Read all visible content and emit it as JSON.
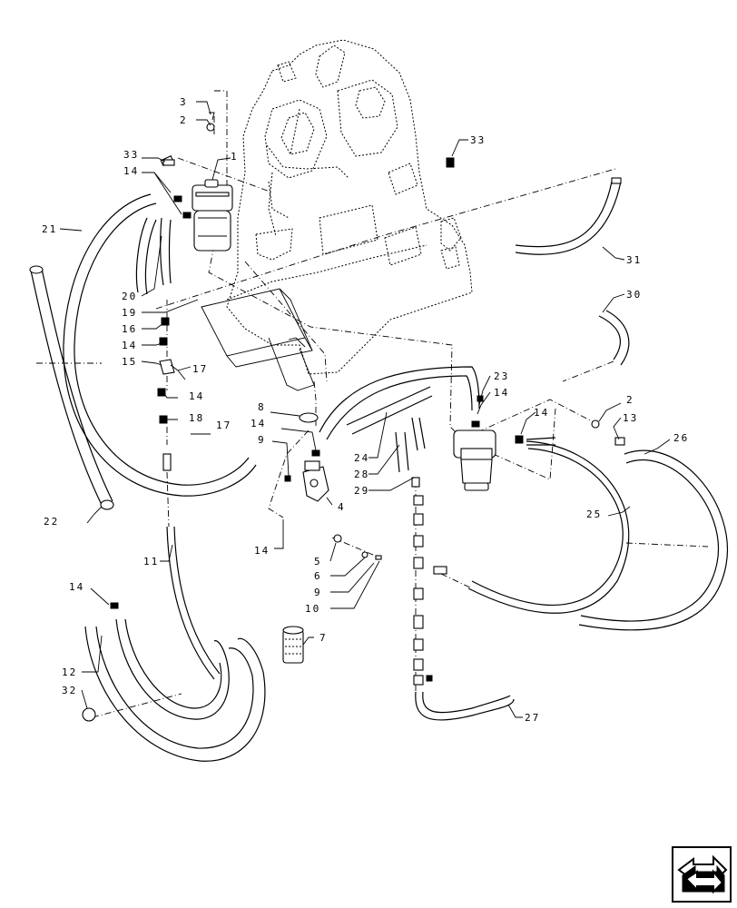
{
  "callouts": [
    {
      "id": "c-1",
      "label": "1"
    },
    {
      "id": "c-2a",
      "label": "2"
    },
    {
      "id": "c-2b",
      "label": "2"
    },
    {
      "id": "c-3",
      "label": "3"
    },
    {
      "id": "c-4",
      "label": "4"
    },
    {
      "id": "c-5",
      "label": "5"
    },
    {
      "id": "c-6",
      "label": "6"
    },
    {
      "id": "c-7",
      "label": "7"
    },
    {
      "id": "c-8",
      "label": "8"
    },
    {
      "id": "c-9a",
      "label": "9"
    },
    {
      "id": "c-9b",
      "label": "9"
    },
    {
      "id": "c-10",
      "label": "10"
    },
    {
      "id": "c-11",
      "label": "11"
    },
    {
      "id": "c-12",
      "label": "12"
    },
    {
      "id": "c-13",
      "label": "13"
    },
    {
      "id": "c-14a",
      "label": "14"
    },
    {
      "id": "c-14b",
      "label": "14"
    },
    {
      "id": "c-14c",
      "label": "14"
    },
    {
      "id": "c-14d",
      "label": "14"
    },
    {
      "id": "c-14e",
      "label": "14"
    },
    {
      "id": "c-14f",
      "label": "14"
    },
    {
      "id": "c-14g",
      "label": "14"
    },
    {
      "id": "c-14h",
      "label": "14"
    },
    {
      "id": "c-15",
      "label": "15"
    },
    {
      "id": "c-16",
      "label": "16"
    },
    {
      "id": "c-17a",
      "label": "17"
    },
    {
      "id": "c-17b",
      "label": "17"
    },
    {
      "id": "c-18",
      "label": "18"
    },
    {
      "id": "c-19",
      "label": "19"
    },
    {
      "id": "c-20",
      "label": "20"
    },
    {
      "id": "c-21",
      "label": "21"
    },
    {
      "id": "c-22",
      "label": "22"
    },
    {
      "id": "c-23",
      "label": "23"
    },
    {
      "id": "c-24",
      "label": "24"
    },
    {
      "id": "c-25",
      "label": "25"
    },
    {
      "id": "c-26",
      "label": "26"
    },
    {
      "id": "c-27",
      "label": "27"
    },
    {
      "id": "c-28",
      "label": "28"
    },
    {
      "id": "c-29",
      "label": "29"
    },
    {
      "id": "c-30",
      "label": "30"
    },
    {
      "id": "c-31",
      "label": "31"
    },
    {
      "id": "c-32",
      "label": "32"
    },
    {
      "id": "c-33a",
      "label": "33"
    },
    {
      "id": "c-33b",
      "label": "33"
    }
  ],
  "nav_icon": "next-page-arrow-icon"
}
